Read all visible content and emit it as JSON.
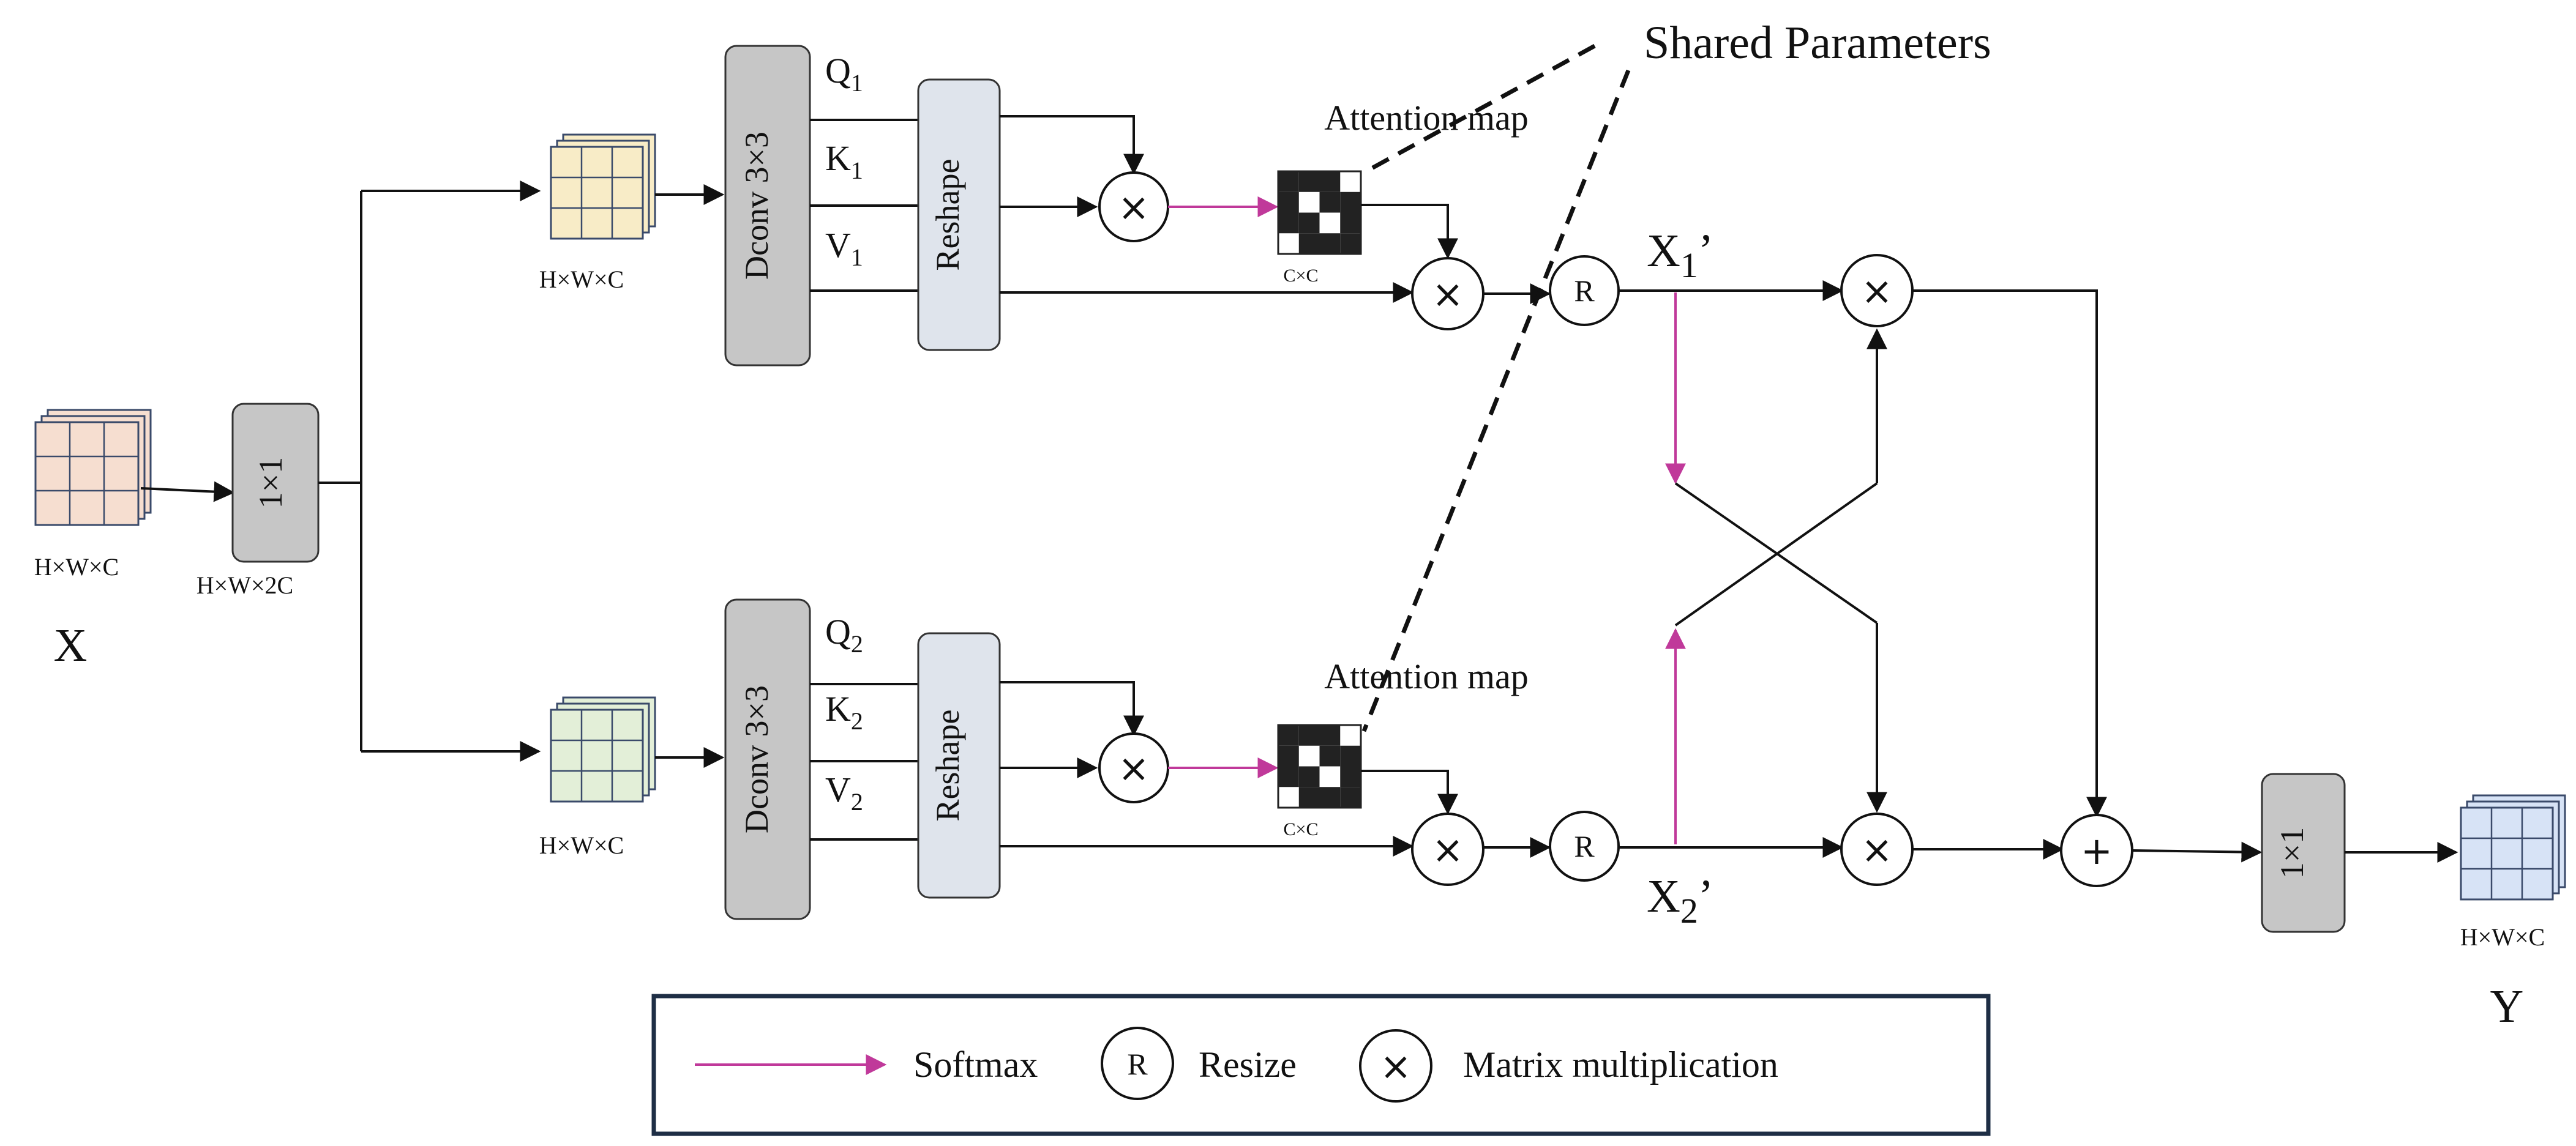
{
  "labels": {
    "shared_parameters": "Shared Parameters",
    "attention_map_top": "Attention map",
    "attention_map_bottom": "Attention map",
    "x_input": "X",
    "y_output": "Y",
    "x_input_dim": "H×W×C",
    "conv1x1_in_dim": "H×W×2C",
    "top_branch_dim": "H×W×C",
    "bottom_branch_dim": "H×W×C",
    "y_output_dim": "H×W×C",
    "attn_dim_top": "C×C",
    "attn_dim_bottom": "C×C",
    "x1_prime_main": "X",
    "x1_prime_sub": "1",
    "x1_prime_tick": "’",
    "x2_prime_main": "X",
    "x2_prime_sub": "2",
    "x2_prime_tick": "’"
  },
  "blocks": {
    "conv_in": "1×1",
    "conv_out": "1×1",
    "dconv_top": "Dconv 3×3",
    "dconv_bottom": "Dconv 3×3",
    "reshape_top": "Reshape",
    "reshape_bottom": "Reshape"
  },
  "qkv": {
    "top": [
      {
        "main": "Q",
        "sub": "1"
      },
      {
        "main": "K",
        "sub": "1"
      },
      {
        "main": "V",
        "sub": "1"
      }
    ],
    "bottom": [
      {
        "main": "Q",
        "sub": "2"
      },
      {
        "main": "K",
        "sub": "2"
      },
      {
        "main": "V",
        "sub": "2"
      }
    ]
  },
  "operators": {
    "multiply": "×",
    "resize": "R",
    "add": "+"
  },
  "legend": {
    "softmax": "Softmax",
    "resize_symbol": "R",
    "resize": "Resize",
    "matmul_symbol": "×",
    "matmul": "Matrix multiplication"
  },
  "colors": {
    "input_tensor": "#f6ded0",
    "top_tensor": "#f8ecc7",
    "bottom_tensor": "#e3efd8",
    "output_tensor": "#d7e3f6",
    "tensor_grid": "#3a4a6a",
    "block_gray": "#c6c6c6",
    "block_blue": "#dfe4ec",
    "softmax_arrow": "#c0399a",
    "attention_dark": "#222222"
  }
}
